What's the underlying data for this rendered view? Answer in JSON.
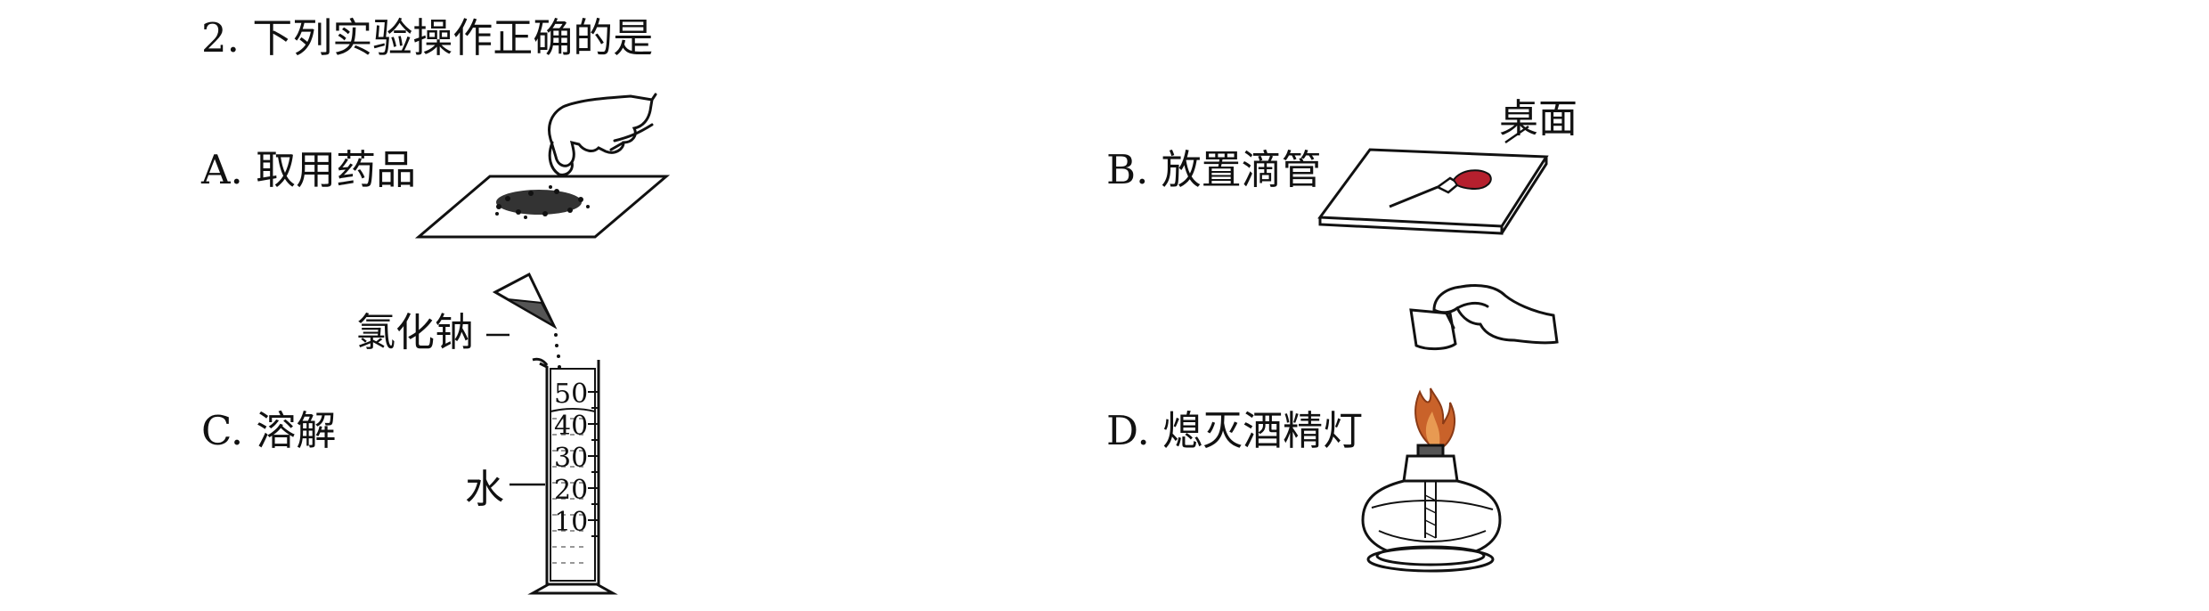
{
  "question": {
    "stem": "2.  下列实验操作正确的是",
    "options": [
      {
        "key": "A",
        "text": "A.  取用药品"
      },
      {
        "key": "B",
        "text": "B.  放置滴管"
      },
      {
        "key": "C",
        "text": "C.  溶解"
      },
      {
        "key": "D",
        "text": "D.  熄灭酒精灯"
      }
    ]
  },
  "figure_labels": {
    "desk": "桌面",
    "sodium_chloride": "氯化钠",
    "water": "水",
    "cylinder_ticks": [
      "50",
      "40",
      "30",
      "20",
      "10"
    ]
  },
  "icons": [
    "hand-icon",
    "powder-icon",
    "dropper-icon",
    "paper-cone-icon",
    "measuring-cylinder-icon",
    "flame-icon",
    "alcohol-lamp-icon",
    "lamp-cap-icon"
  ],
  "colors": {
    "line": "#111111",
    "dropper_bulb": "#b5202e",
    "flame_outer": "#c9622a",
    "flame_inner": "#e89a52"
  }
}
